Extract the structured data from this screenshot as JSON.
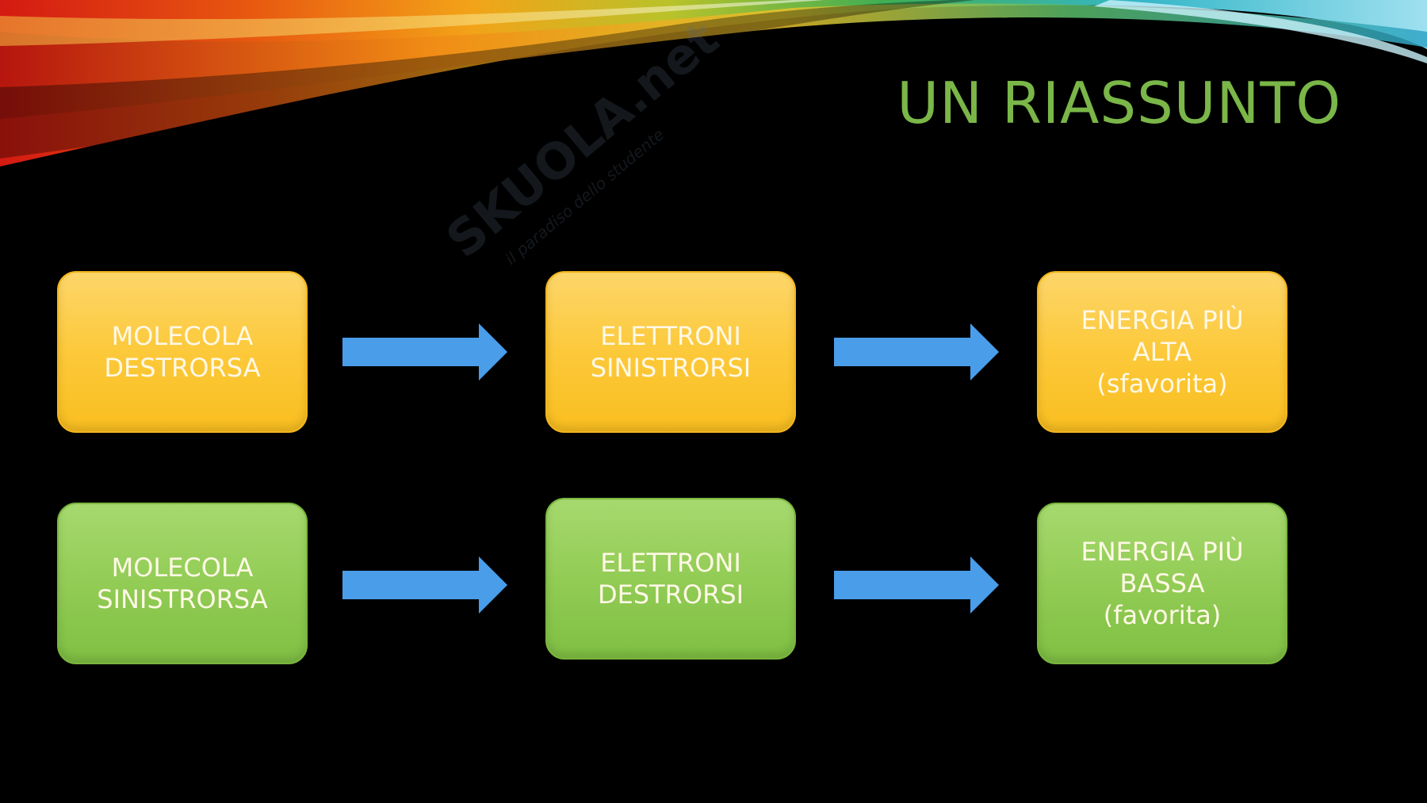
{
  "title": "UN RIASSUNTO",
  "watermark": {
    "brand": "SKUOLA.net",
    "tagline": "il paradiso dello studente"
  },
  "colors": {
    "title": "#7ab648",
    "yellow_box": "#fcc93a",
    "green_box": "#92cc55",
    "arrow": "#4a9de8",
    "background": "#000000"
  },
  "rows": [
    {
      "name": "row-destrorsa",
      "color": "yellow",
      "steps": [
        "MOLECOLA\nDESTRORSA",
        "ELETTRONI\nSINISTRORSI",
        "ENERGIA PIÙ\nALTA\n(sfavorita)"
      ]
    },
    {
      "name": "row-sinistrorsa",
      "color": "green",
      "steps": [
        "MOLECOLA\nSINISTRORSA",
        "ELETTRONI\nDESTRORSI",
        "ENERGIA PIÙ\nBASSA\n(favorita)"
      ]
    }
  ],
  "arrows": [
    {
      "from": "MOLECOLA DESTRORSA",
      "to": "ELETTRONI SINISTRORSI"
    },
    {
      "from": "ELETTRONI SINISTRORSI",
      "to": "ENERGIA PIÙ ALTA (sfavorita)"
    },
    {
      "from": "MOLECOLA SINISTRORSA",
      "to": "ELETTRONI DESTRORSI"
    },
    {
      "from": "ELETTRONI DESTRORSI",
      "to": "ENERGIA PIÙ BASSA (favorita)"
    }
  ]
}
